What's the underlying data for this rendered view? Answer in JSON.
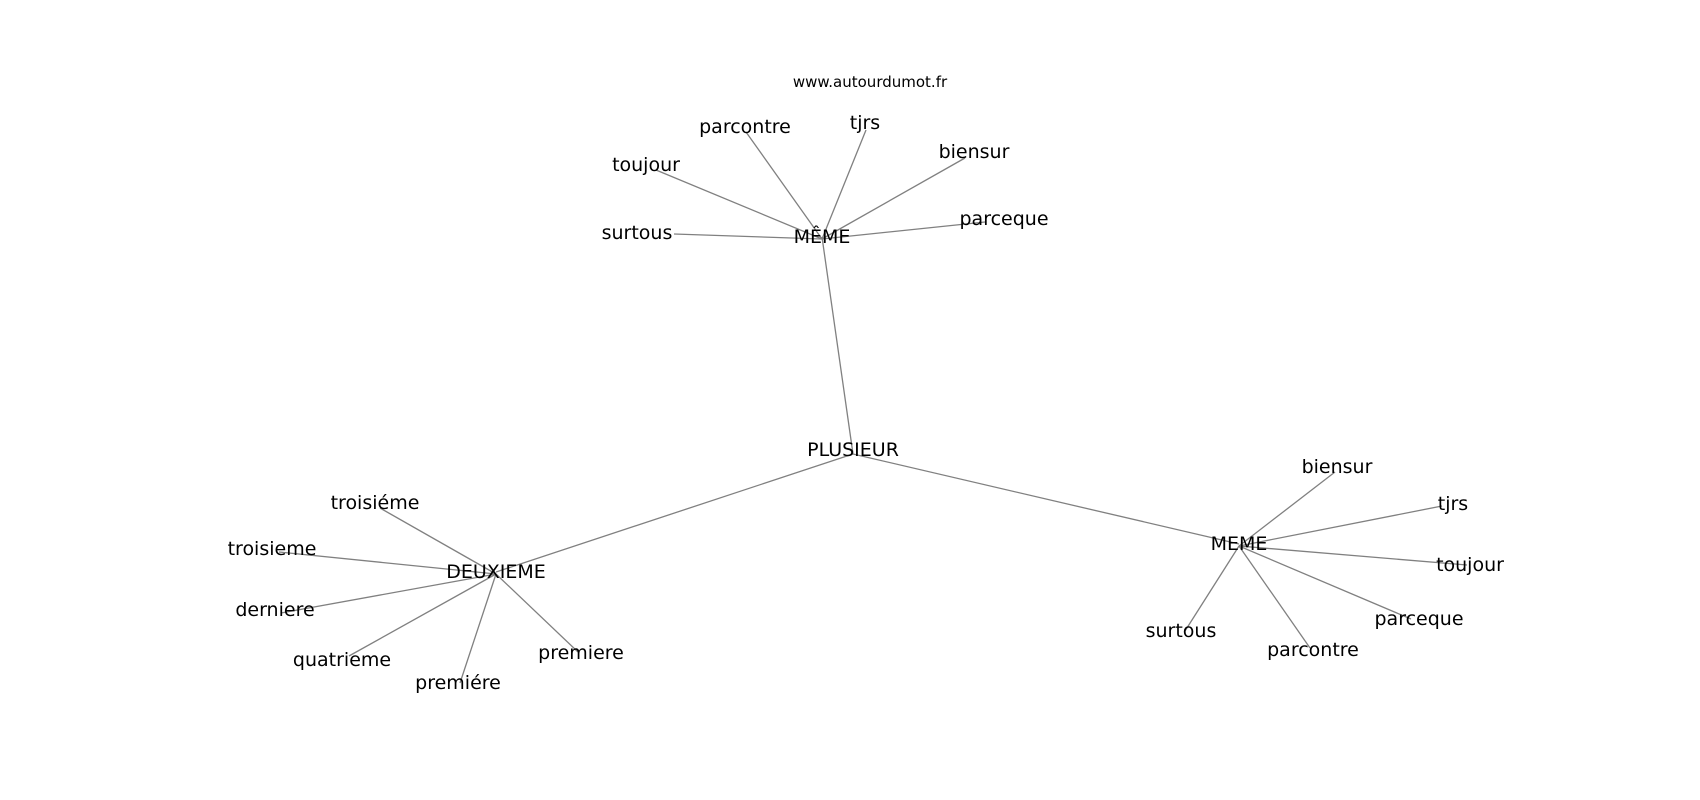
{
  "watermark": "www.autourdumot.fr",
  "graph": {
    "center": {
      "id": "plusieur",
      "label": "PLUSIEUR"
    },
    "clusters": [
      {
        "id": "meme-accent",
        "label": "MÊME",
        "leaves": [
          "surtous",
          "toujour",
          "parcontre",
          "tjrs",
          "biensur",
          "parceque"
        ]
      },
      {
        "id": "deuxieme",
        "label": "DEUXIEME",
        "leaves": [
          "troisiéme",
          "troisieme",
          "derniere",
          "quatrieme",
          "premiére",
          "premiere"
        ]
      },
      {
        "id": "meme",
        "label": "MEME",
        "leaves": [
          "biensur",
          "tjrs",
          "toujour",
          "parceque",
          "parcontre",
          "surtous"
        ]
      }
    ]
  }
}
